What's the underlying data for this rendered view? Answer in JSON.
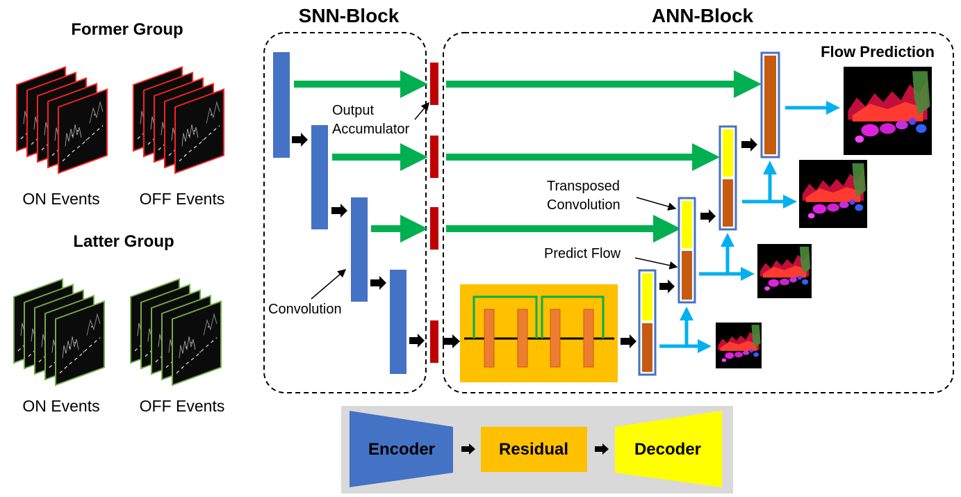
{
  "input": {
    "former_group_title": "Former Group",
    "latter_group_title": "Latter Group",
    "on_events": "ON Events",
    "off_events": "OFF Events"
  },
  "blocks": {
    "snn_title": "SNN-Block",
    "ann_title": "ANN-Block"
  },
  "annotations": {
    "output_accumulator_line1": "Output",
    "output_accumulator_line2": "Accumulator",
    "convolution": "Convolution",
    "transposed_line1": "Transposed",
    "transposed_line2": "Convolution",
    "predict_flow": "Predict Flow",
    "flow_prediction": "Flow Prediction"
  },
  "legend": {
    "encoder": "Encoder",
    "residual": "Residual",
    "decoder": "Decoder"
  },
  "colors": {
    "encoder_blue": "#4472c4",
    "accumulator_red": "#c00000",
    "skip_green": "#00b050",
    "residual_gold": "#ffc000",
    "residual_orange": "#ed7d31",
    "decoder_yellow": "#ffff00",
    "flow_brown": "#c55a11",
    "flow_cyan": "#00b0f0",
    "former_border": "#ff2020",
    "latter_border": "#70ad47"
  }
}
